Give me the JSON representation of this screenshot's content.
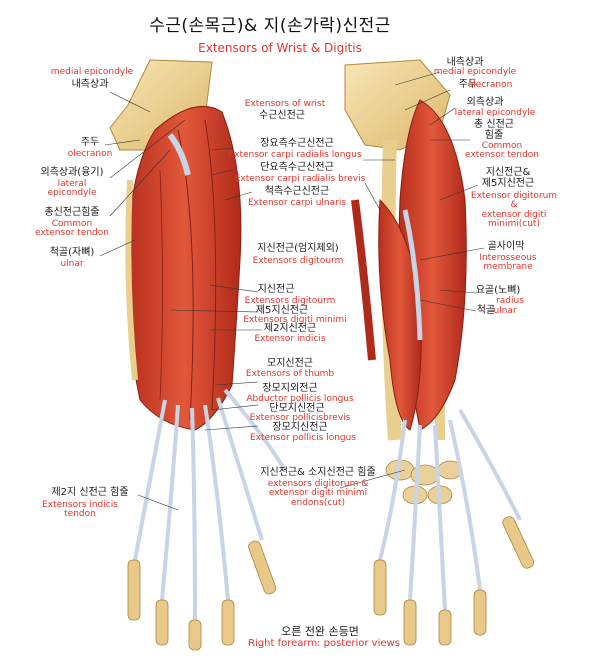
{
  "title": {
    "ko": "수근(손목근)& 지(손가락)신전근",
    "en": "Extensors of Wrist & Digitis"
  },
  "left_labels": [
    {
      "ko": "",
      "en": "medial epicondyle"
    },
    {
      "ko": "내측상과",
      "en": ""
    },
    {
      "ko": "주두",
      "en": "olecranon"
    },
    {
      "ko": "외측상과(융기)",
      "en": "lateral\nepicondyle"
    },
    {
      "ko": "총신전근힘줄",
      "en": "Common\nextensor tendon"
    },
    {
      "ko": "척골(자뼈)",
      "en": "ulnar"
    },
    {
      "ko": "제2지 신전근 힘줄",
      "en": "Extensors indicis\ntendon"
    }
  ],
  "center_labels": [
    {
      "ko": "수근신전근",
      "en": "Extensors of wrist"
    },
    {
      "ko": "장요측수근신전근",
      "en": "Extensor carpi radialis  longus"
    },
    {
      "ko": "단요측수근신전근",
      "en": "Extensor carpi radialis brevis"
    },
    {
      "ko": "척측수근신전근",
      "en": "Extensor carpi ulnaris"
    },
    {
      "ko": "지신전근(엄지제외)",
      "en": "Extensors digitourm"
    },
    {
      "ko": "지신전근",
      "en": "Extensors digitourm"
    },
    {
      "ko": "제5지신전근",
      "en": "Extensors digiti minimi"
    },
    {
      "ko": "제2지신전근",
      "en": "Extensor indicis"
    },
    {
      "ko": "모지신전근",
      "en": "Extensors of thumb"
    },
    {
      "ko": "장모지외전근",
      "en": "Abductor  pollicis longus"
    },
    {
      "ko": "단모지신전근",
      "en": "Extensor pollicisbrevis"
    },
    {
      "ko": "장모지신전근",
      "en": "Extensor pollicis longus"
    },
    {
      "ko": "지신전근& 소지신전근 힘줄",
      "en": "extensors digitorum &\nextensor digiti minimi\nendons(cut)"
    }
  ],
  "right_labels": [
    {
      "ko": "내측상과",
      "en": "medial epicondyle"
    },
    {
      "ko": "주두",
      "en": "olecranon"
    },
    {
      "ko": "외측상과",
      "en": "lateral epicondyle"
    },
    {
      "ko": "총 신전근\n힘줄",
      "en": "Common\nextensor tendon"
    },
    {
      "ko": "지신전근&\n제5지신전근",
      "en": "Extensor digitorum\n&\nextensor digiti\nminimi(cut)"
    },
    {
      "ko": "골사이막",
      "en": "Interosseous\nmembrane"
    },
    {
      "ko": "요골(노뼈)",
      "en": "radius"
    },
    {
      "ko": "척골",
      "en": "ulnar"
    }
  ],
  "footer": {
    "ko": "오른 전완 손등면",
    "en": "Right forearm: posterior views"
  },
  "colors": {
    "muscle": "#d9452e",
    "muscle_dark": "#a8281a",
    "bone": "#f2d99a",
    "tendon": "#c9d4e6",
    "label_red": "#e0362c"
  }
}
